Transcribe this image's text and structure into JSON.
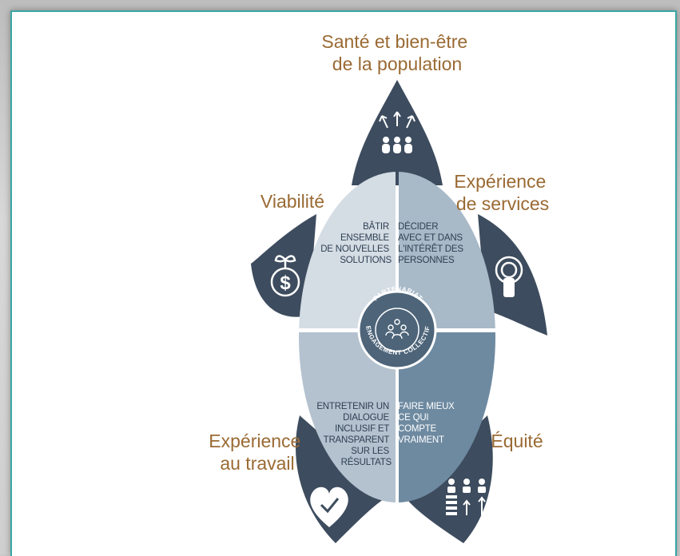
{
  "petals": {
    "top": "Santé et bien-être de la population",
    "top_line1": "Santé et bien-être",
    "top_line2": "de la population",
    "upper_right_line1": "Expérience",
    "upper_right_line2": "de services",
    "upper_left": "Viabilité",
    "lower_left_line1": "Expérience",
    "lower_left_line2": "au travail",
    "lower_right": "Équité"
  },
  "quadrants": {
    "top_left": [
      "BÂTIR",
      "ENSEMBLE",
      "DE NOUVELLES",
      "SOLUTIONS"
    ],
    "top_right": [
      "DÉCIDER",
      "AVEC ET DANS",
      "L'INTÉRÊT DES",
      "PERSONNES"
    ],
    "bottom_left": [
      "ENTRETENIR UN",
      "DIALOGUE",
      "INCLUSIF ET",
      "TRANSPARENT",
      "SUR LES",
      "RÉSULTATS"
    ],
    "bottom_right": [
      "FAIRE MIEUX",
      "CE QUI",
      "COMPTE",
      "VRAIMENT"
    ]
  },
  "center": {
    "top_arc": "PARTENARIAT",
    "bottom_arc": "ENGAGEMENT COLLECTIF"
  },
  "colors": {
    "petal": "#3d4c5e",
    "q_top_left": "#d4dce4",
    "q_top_right": "#a8b9c8",
    "q_bottom_left": "#b4c2cf",
    "q_bottom_right": "#6e8aa1",
    "label": "#9a6a33",
    "frame_accent": "#3aa7a3"
  }
}
